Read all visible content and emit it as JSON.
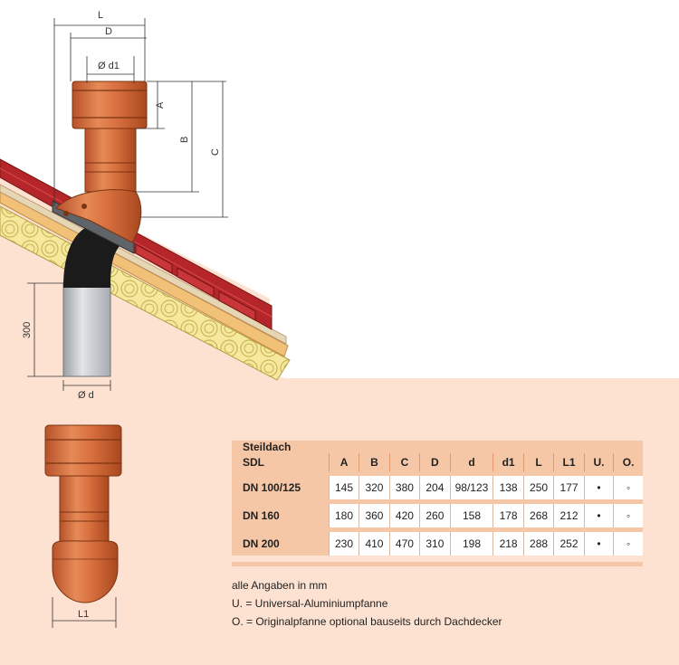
{
  "dimensions": {
    "L": "L",
    "D": "D",
    "d1": "Ø d1",
    "A": "A",
    "B": "B",
    "C": "C",
    "h300": "300",
    "d": "Ø d",
    "L1": "L1"
  },
  "table": {
    "title_line1": "Steildach",
    "title_line2": "SDL",
    "headers": [
      "A",
      "B",
      "C",
      "D",
      "d",
      "d1",
      "L",
      "L1",
      "U.",
      "O."
    ],
    "rows": [
      {
        "label": "DN 100/125",
        "cells": [
          "145",
          "320",
          "380",
          "204",
          "98/123",
          "138",
          "250",
          "177",
          "•",
          "◦"
        ]
      },
      {
        "label": "DN 160",
        "cells": [
          "180",
          "360",
          "420",
          "260",
          "158",
          "178",
          "268",
          "212",
          "•",
          "◦"
        ]
      },
      {
        "label": "DN 200",
        "cells": [
          "230",
          "410",
          "470",
          "310",
          "198",
          "218",
          "288",
          "252",
          "•",
          "◦"
        ]
      }
    ]
  },
  "notes": [
    "alle Angaben in mm",
    "U. = Universal-Aluminiumpfanne",
    "O. = Originalpfanne optional bauseits durch Dachdecker"
  ],
  "colors": {
    "background_peach": "#fde2d2",
    "table_orange": "#f6c7a6",
    "pipe_terracotta": "#d8703f",
    "roof_red": "#b5262a"
  }
}
